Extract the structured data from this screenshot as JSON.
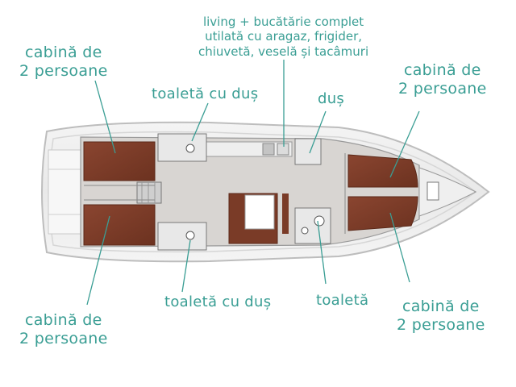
{
  "labels": {
    "cabin_top_left": [
      "cabină de",
      "2 persoane"
    ],
    "cabin_bottom_left": [
      "cabină de",
      "2 persoane"
    ],
    "cabin_top_right": [
      "cabină de",
      "2 persoane"
    ],
    "cabin_bottom_right": [
      "cabină de",
      "2 persoane"
    ],
    "toilet_shower_top": "toaletă cu duș",
    "toilet_shower_bottom": "toaletă cu duș",
    "shower": "duș",
    "toilet": "toaletă",
    "galley": [
      "living + bucătărie complet",
      "utilată cu  aragaz, frigider,",
      "chiuvetă, veselă și tacâmuri"
    ]
  },
  "colors": {
    "label_text": "#3a9e94",
    "cabin_wood": "#7a3b27",
    "leader_line": "#3a9e94",
    "hull_outline": "#cfcfcf"
  }
}
